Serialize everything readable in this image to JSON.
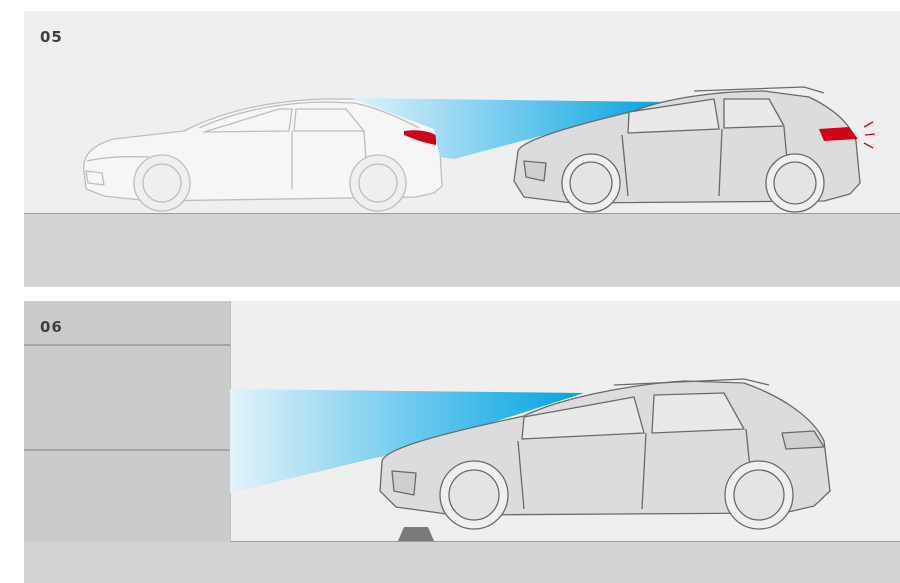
{
  "scenes": [
    {
      "label": "05",
      "description_icons": [
        "sedan-icon",
        "suv-icon",
        "radar-beam",
        "brake-light-icon"
      ]
    },
    {
      "label": "06",
      "description_icons": [
        "wall-obstacle",
        "suv-icon",
        "radar-beam",
        "parking-block-icon"
      ]
    }
  ],
  "colors": {
    "beam_start": "#00a3e0",
    "beam_end": "#dff1fb",
    "brake_light": "#d0021b",
    "ground": "#d3d3d3",
    "background": "#efefef",
    "wall": "#cbcbcb"
  }
}
